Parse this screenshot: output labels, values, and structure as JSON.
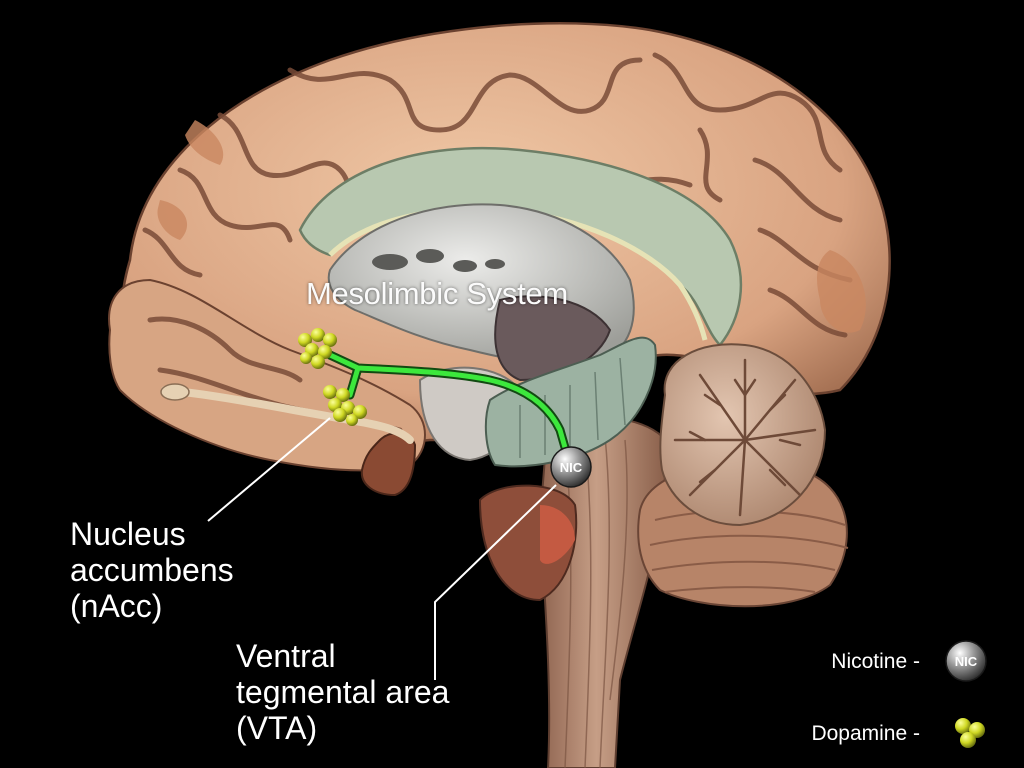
{
  "title": "Mesolimbic System",
  "labels": {
    "nacc": [
      "Nucleus",
      "accumbens",
      "(nAcc)"
    ],
    "vta": [
      "Ventral",
      "tegmental area",
      "(VTA)"
    ]
  },
  "nic_badge": "NIC",
  "legend": {
    "nicotine": "Nicotine -",
    "dopamine": "Dopamine -",
    "nic_icon_text": "NIC"
  },
  "colors": {
    "background": "#000000",
    "cortex": "#e2b08f",
    "cortex_shadow": "#8a5a40",
    "corpus_callosum": "#b7c7b1",
    "limbic_gray": "#c9c9c6",
    "cerebellum": "#c9a891",
    "brainstem": "#a4775f",
    "pathway": "#39e83a",
    "dopamine": "#d7e22a",
    "nicotine": "#8e8e8e"
  }
}
